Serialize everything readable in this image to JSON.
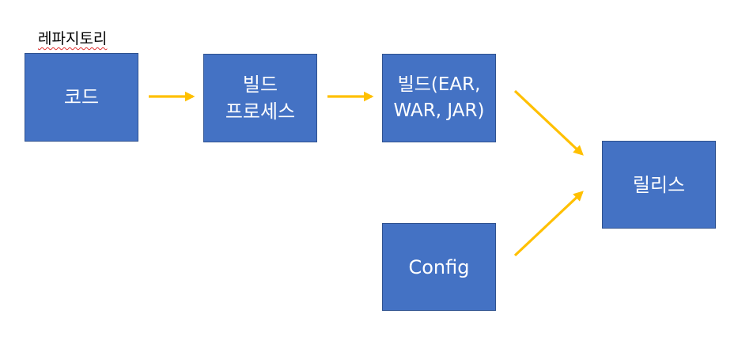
{
  "labels": {
    "repository": "레파지토리"
  },
  "nodes": {
    "code": "코드",
    "build_process": "빌드\n프로세스",
    "build_artifact": "빌드(EAR,\nWAR, JAR)",
    "config": "Config",
    "release": "릴리스"
  },
  "colors": {
    "node_fill": "#4472c4",
    "node_border": "#2f528f",
    "arrow": "#ffc000"
  },
  "edges": [
    {
      "from": "code",
      "to": "build_process"
    },
    {
      "from": "build_process",
      "to": "build_artifact"
    },
    {
      "from": "build_artifact",
      "to": "release"
    },
    {
      "from": "config",
      "to": "release"
    }
  ]
}
